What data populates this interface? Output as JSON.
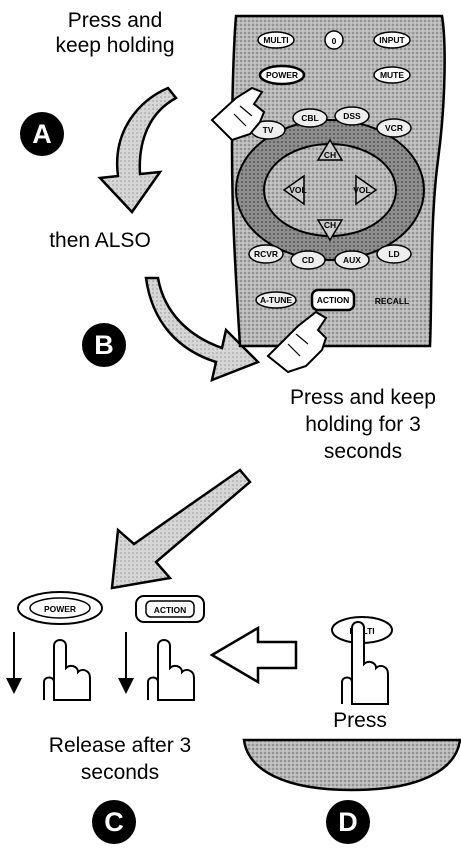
{
  "steps": {
    "a": {
      "letter": "A",
      "label1": "Press and",
      "label2": "keep holding"
    },
    "middle": "then ALSO",
    "b": {
      "letter": "B",
      "label1": "Press and keep",
      "label2": "holding  for 3",
      "label3": "seconds"
    },
    "c": {
      "letter": "C",
      "label1": "Release after 3",
      "label2": "seconds"
    },
    "d": {
      "letter": "D",
      "label": "Press"
    }
  },
  "remote": {
    "buttons": {
      "multi": "MULTI",
      "zero": "0",
      "input": "INPUT",
      "power": "POWER",
      "mute": "MUTE",
      "tv": "TV",
      "cbl": "CBL",
      "dss": "DSS",
      "vcr": "VCR",
      "ch_up": "CH",
      "vol_left": "VOL",
      "vol_right": "VOL",
      "ch_down": "CH",
      "rcvr": "RCVR",
      "cd": "CD",
      "aux": "AUX",
      "ld": "LD",
      "a_tune": "A-TUNE",
      "action": "ACTION",
      "recall": "RECALL"
    }
  },
  "release_buttons": {
    "power": "POWER",
    "action": "ACTION"
  },
  "press_button": {
    "multi": "MULTI"
  }
}
